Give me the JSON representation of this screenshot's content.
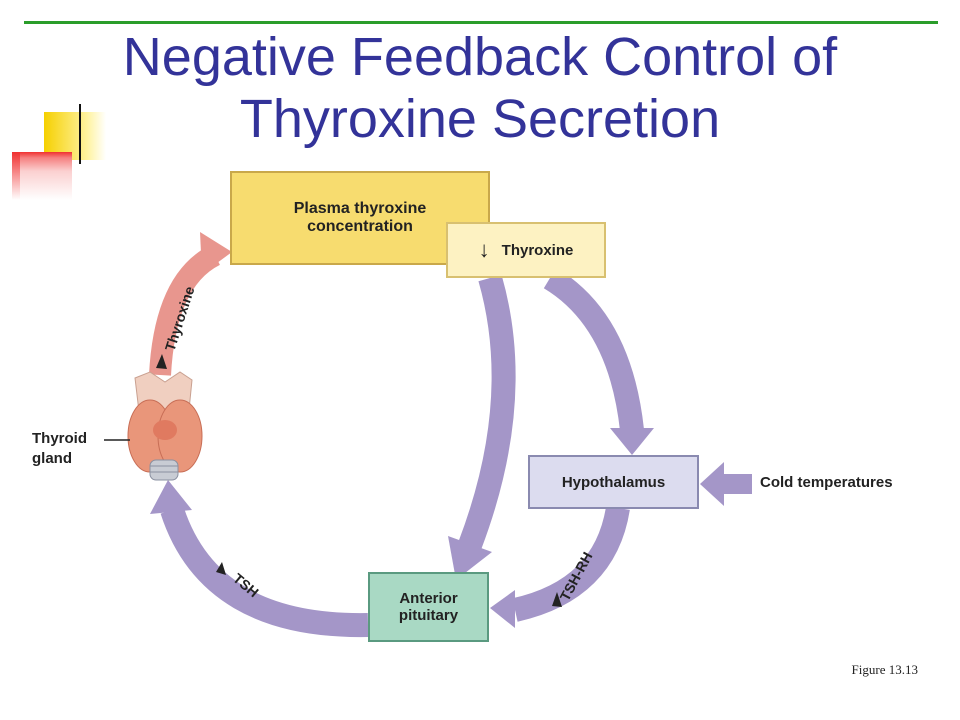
{
  "slide": {
    "title_line1": "Negative Feedback Control of",
    "title_line2": "Thyroxine Secretion",
    "figure_caption": "Figure 13.13"
  },
  "diagram": {
    "plasma_box_line1": "Plasma thyroxine",
    "plasma_box_line2": "concentration",
    "thyroxine_down_label": "Thyroxine",
    "hypothalamus_label": "Hypothalamus",
    "cold_label": "Cold temperatures",
    "pituitary_line1": "Anterior",
    "pituitary_line2": "pituitary",
    "thyroid_line1": "Thyroid",
    "thyroid_line2": "gland",
    "arrow_thyroxine_label": "Thyroxine",
    "arrow_tsh_label": "TSH",
    "arrow_tshrh_label": "TSH-RH"
  },
  "colors": {
    "title": "#333399",
    "rule": "#2a9d2a",
    "plasma_box": "#f7dc6f",
    "thyroxine_box": "#fdf2c2",
    "hypothalamus_box": "#dcdcef",
    "pituitary_box": "#a9d9c4",
    "purple_arrow": "#a496c8",
    "pink_arrow": "#e8968e"
  }
}
